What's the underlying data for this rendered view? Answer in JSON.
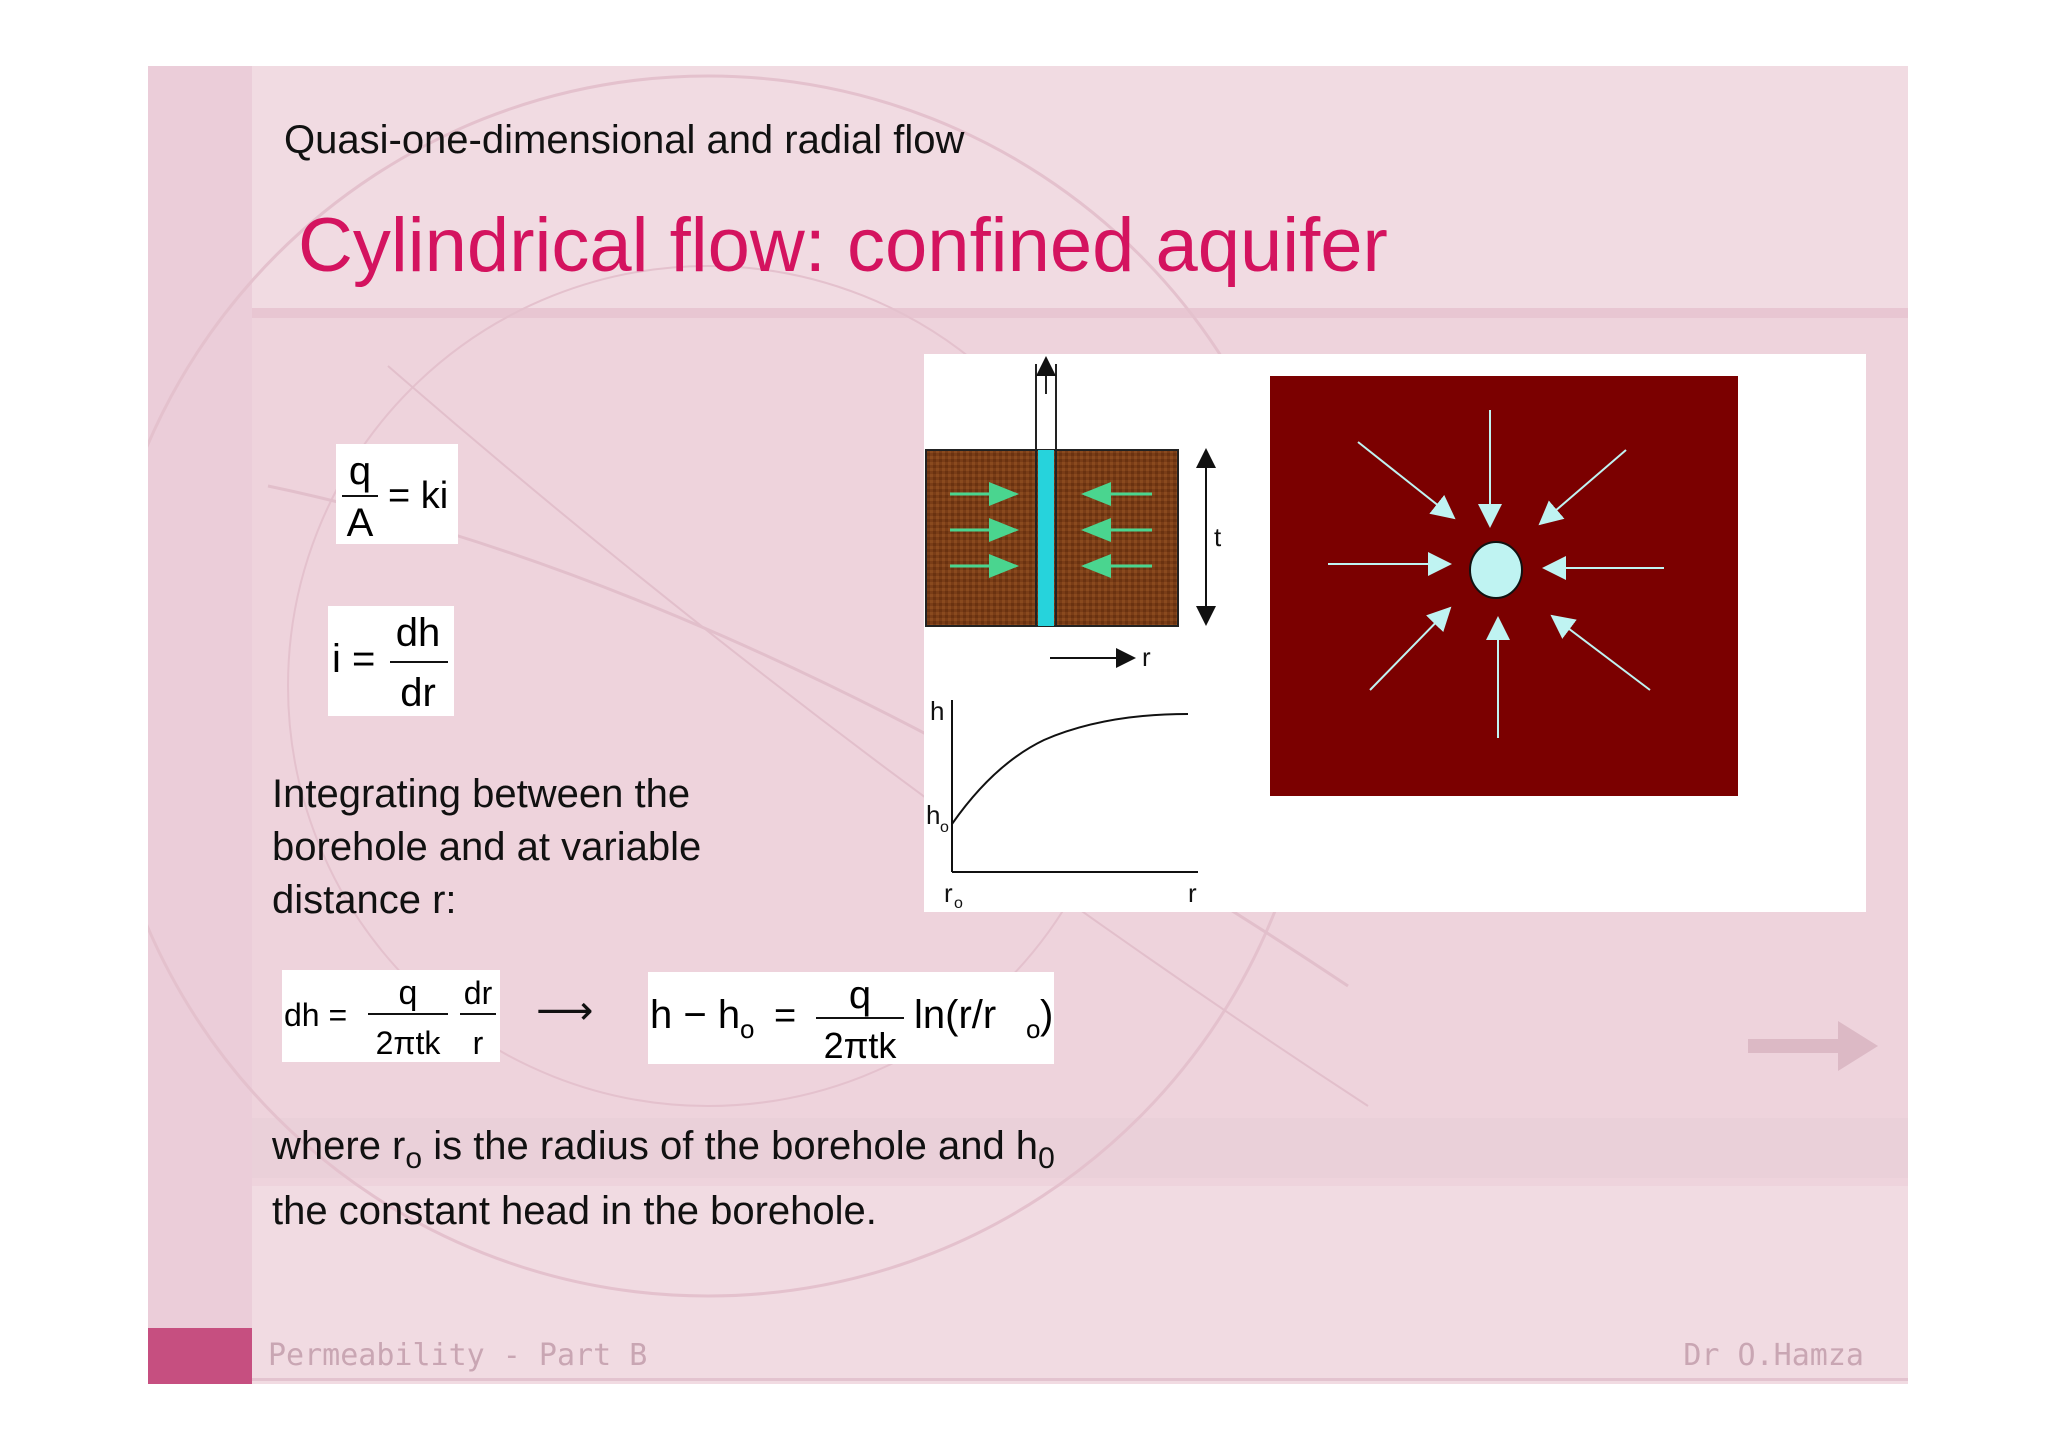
{
  "slide": {
    "subtitle": "Quasi-one-dimensional and radial flow",
    "title": "Cylindrical flow: confined aquifer"
  },
  "equations": {
    "eq1": {
      "numerator": "q",
      "denominator": "A",
      "rhs": "= ki"
    },
    "eq2": {
      "lhs": "i =",
      "numerator": "dh",
      "denominator": "dr"
    },
    "eq3": {
      "lhs": "dh =",
      "frac1_num": "q",
      "frac1_den": "2πtk",
      "frac2_num": "dr",
      "frac2_den": "r"
    },
    "arrow": "⟶",
    "eq4": {
      "h": "h − h",
      "sub": "o",
      "eq": "=",
      "numerator": "q",
      "denominator": "2πtk",
      "log": "ln(r/r",
      "log_sub": "o",
      "log_close": ")"
    }
  },
  "text": {
    "integrating": [
      "Integrating between the",
      "borehole and at variable",
      "distance r:"
    ],
    "where_1": "where r",
    "where_sub_1": "o",
    "where_2": " is the radius of the borehole and h",
    "where_sub_2": "0",
    "where_3": "the constant head in the borehole."
  },
  "diagram": {
    "label_t": "t",
    "label_r": "r",
    "graph_y_label": "h",
    "graph_y_label_2": "h",
    "graph_y_label_2_sub": "o",
    "graph_x_label_1": "r",
    "graph_x_label_1_sub": "o",
    "graph_x_label_2": "r"
  },
  "footer": {
    "left": "Permeability - Part B",
    "right": "Dr O.Hamza"
  },
  "colors": {
    "title": "#d4135f",
    "slide_bg": "#f1dbe2",
    "soil": "#7a3d17",
    "water": "#26d3dc",
    "plan_bg": "#7b0000",
    "flow_arrow": "#bff3f2"
  }
}
